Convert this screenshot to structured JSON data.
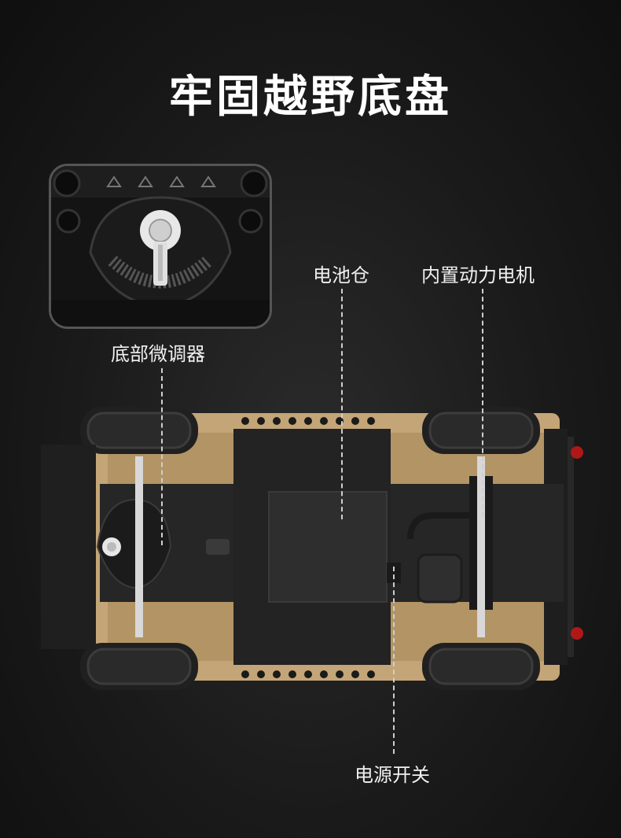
{
  "title": "牢固越野底盘",
  "callouts": {
    "chassis_adjuster": "底部微调器",
    "battery_box": "电池仓",
    "built_in_motor": "内置动力电机",
    "power_switch": "电源开关"
  },
  "colors": {
    "background": "#1a1a1a",
    "text": "#ffffff",
    "tan_frame": "#c4a577",
    "plate": "#2a2a2a",
    "tail_light": "#b01818"
  },
  "icons": [
    "adjuster-knob-icon",
    "wheel-icon",
    "dial-icon"
  ]
}
